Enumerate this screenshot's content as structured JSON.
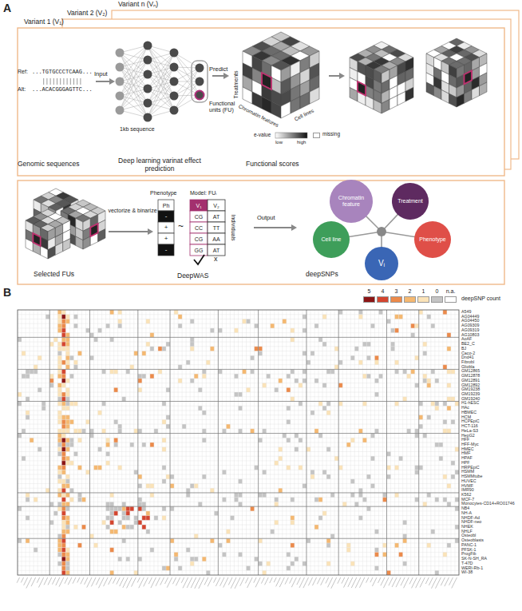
{
  "diagram": {
    "nodes": [
      {
        "text": [
          "Chromatin feature"
        ]
      },
      {
        "text": [
          "Treatment"
        ]
      },
      {
        "text": [
          "Cell line"
        ]
      },
      {
        "text": [
          "Phenotype"
        ]
      },
      {
        "text": [
          "Vᵢ"
        ]
      }
    ],
    "labels": [
      "A",
      "Variant 1 (V₁)",
      "Variant 2 (V₂)",
      "Variant n (Vₙ)",
      "Ref:",
      "...TGTGCCCTCAAG...",
      "Alt:",
      "...ACACGGGAGTTC...",
      "Input",
      "1kb sequence",
      "Functional units (FU)",
      "Predict",
      "Treatments",
      "Chromatin features",
      "Cell lines",
      "e-value",
      "low",
      "high",
      "Genomic sequences",
      "Deep learning varinat effect prediction",
      "Functional scores",
      "Selected FUs",
      "vectorize & binarize",
      "Phenotype",
      "Ph",
      "-",
      "+",
      "+",
      "-",
      "~",
      "Model: FUᵢ",
      "V₁",
      "V₂",
      "CG",
      "AT",
      "CC",
      "TT",
      "CG",
      "AA",
      "GG",
      "AT",
      "Individuals",
      "x",
      "DeepWAS",
      "Output",
      "deepSNPs",
      "B",
      "deepSNP count",
      "A549",
      "AG04449",
      "AG04450",
      "AG09309",
      "AG09319",
      "AG10803",
      "AoAF",
      "BE2_C",
      "BJ",
      "Caco-2",
      "Dnd41",
      "Fibrobl",
      "Gliobla",
      "GM12865",
      "GM12878",
      "GM12891",
      "GM12892",
      "GM19238",
      "GM19239",
      "GM19240",
      "H1-hESC",
      "HAc",
      "HBMEC",
      "HCM",
      "HCPEpiC",
      "HCT-116",
      "HeLa-S3",
      "HepG2",
      "HFF",
      "HFF-Myc",
      "HMEC",
      "HMF",
      "HPAF",
      "HPF",
      "HRPEpiC",
      "HSMM",
      "HSMMtube",
      "HUVEC",
      "HVMF",
      "IMR90",
      "K562",
      "MCF-7",
      "Monocytes-CD14+RO01746",
      "NB4",
      "NH-A",
      "NHDF-Ad",
      "NHDF-neo",
      "NHEK",
      "NHLF",
      "Osteobl",
      "Osteoblasts",
      "PANC-1",
      "PFSK-1",
      "ProgFib",
      "SK-N-SH_RA",
      "T-47D",
      "WERI-Rb-1",
      "WI-38"
    ],
    "legend": [
      {
        "text": "missing",
        "color": "#ffffff"
      },
      {
        "text": "5",
        "color": "#8c1515"
      },
      {
        "text": "4",
        "color": "#d4452f"
      },
      {
        "text": "3",
        "color": "#ec8a4a"
      },
      {
        "text": "2",
        "color": "#f5b870"
      },
      {
        "text": "1",
        "color": "#fbe3b8"
      },
      {
        "text": "0",
        "color": "#c4c4c4"
      },
      {
        "text": "n.a.",
        "color": "#ffffff"
      }
    ]
  }
}
